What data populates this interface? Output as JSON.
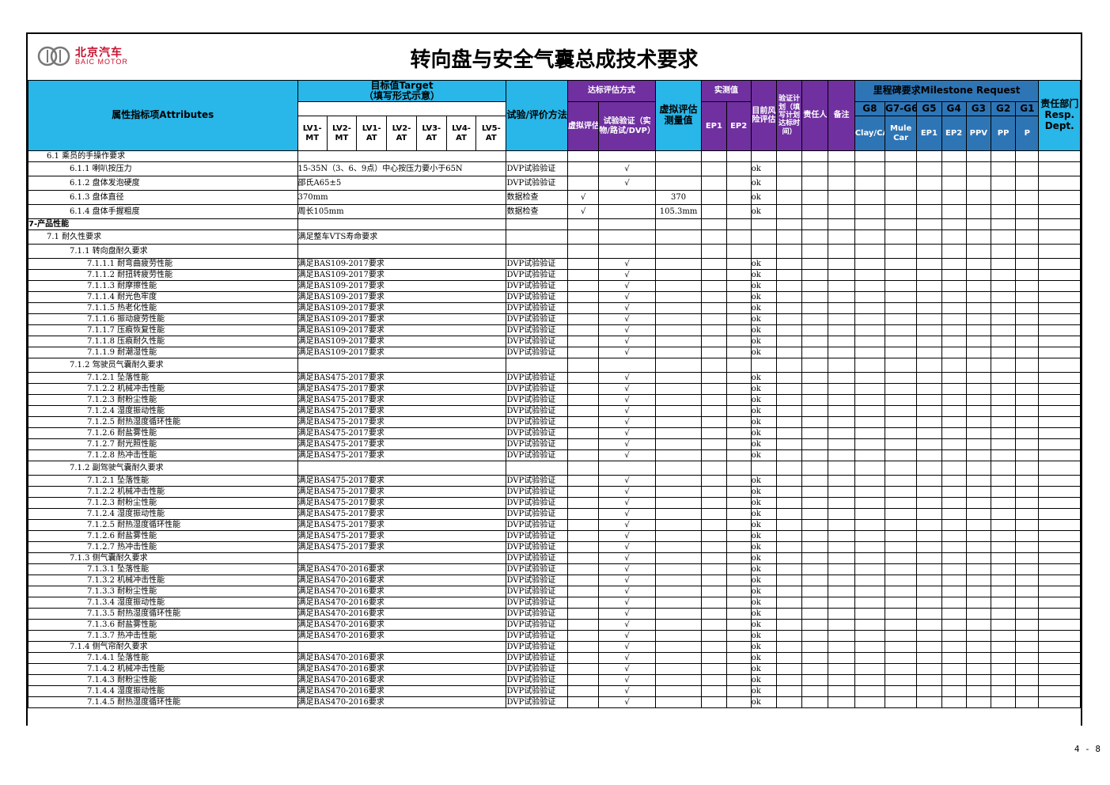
{
  "header": {
    "logo_cn": "北京汽车",
    "logo_en": "BAIC MOTOR",
    "title": "转向盘与安全气囊总成技术要求"
  },
  "columns": {
    "attributes": "属性指标项Attributes",
    "target": "目标值Target\n（填写形式示意）",
    "lv": [
      "LV1-MT",
      "LV2-MT",
      "LV1-AT",
      "LV2-AT",
      "LV3-AT",
      "LV4-AT",
      "LV5-AT"
    ],
    "method": "试验/评价方法",
    "achieve": "达标评估方式",
    "virtual_eval": "虚拟评估",
    "test_verify": "试验验证（实物/路试/DVP）",
    "virtual_value": "虚拟评估测量值",
    "measured": "实测值",
    "ep1": "EP1",
    "ep2": "EP2",
    "risk": "目前风险评估",
    "plan": "验证计划（填写计划达标时间）",
    "owner": "责任人",
    "remark": "备注",
    "milestone": "里程碑要求Milestone Request",
    "gates": [
      "G8",
      "G7-G6",
      "G5",
      "G4",
      "G3",
      "G2",
      "G1"
    ],
    "gate_sub": [
      "Clay/CAD/CAE",
      "Mule Car",
      "EP1",
      "EP2",
      "PPV",
      "PP",
      "P"
    ],
    "dept": "责任部门Resp. Dept."
  },
  "rows": [
    {
      "lvl": 1,
      "name": "6.1  乘员的手操作要求",
      "target": "",
      "method": "",
      "v": "",
      "t": "",
      "val": "",
      "risk": ""
    },
    {
      "lvl": 2,
      "name": "6.1.1 喇叭按压力",
      "target": "15-35N（3、6、9点）中心按压力要小于65N",
      "method": "DVP试验验证",
      "v": "",
      "t": "√",
      "val": "",
      "risk": "ok",
      "tall": true
    },
    {
      "lvl": 2,
      "name": "6.1.2 盘体发泡硬度",
      "target": "邵氏A65±5",
      "method": "DVP试验验证",
      "v": "",
      "t": "√",
      "val": "",
      "risk": "ok",
      "tall": true
    },
    {
      "lvl": 2,
      "name": "6.1.3 盘体直径",
      "target": "370mm",
      "method": "数据检查",
      "v": "√",
      "t": "",
      "val": "370",
      "risk": "ok",
      "tall": true
    },
    {
      "lvl": 2,
      "name": "6.1.4 盘体手握粗度",
      "target": "周长105mm",
      "method": "数据检查",
      "v": "√",
      "t": "",
      "val": "105.3mm",
      "risk": "ok",
      "tall": true
    },
    {
      "lvl": 0,
      "name": "7-产品性能",
      "target": "",
      "method": "",
      "v": "",
      "t": "",
      "val": "",
      "risk": ""
    },
    {
      "lvl": 1,
      "name": "7.1 耐久性要求",
      "target": "满足整车VTS寿命要求",
      "method": "",
      "v": "",
      "t": "",
      "val": "",
      "risk": "",
      "tall": true
    },
    {
      "lvl": 2,
      "name": "7.1.1 转向盘耐久要求",
      "target": "",
      "method": "",
      "v": "",
      "t": "",
      "val": "",
      "risk": "",
      "tall": true
    },
    {
      "lvl": 3,
      "name": "7.1.1.1 耐弯曲疲劳性能",
      "target": "满足BAS109-2017要求",
      "method": "DVP试验验证",
      "v": "",
      "t": "√",
      "val": "",
      "risk": "ok"
    },
    {
      "lvl": 3,
      "name": "7.1.1.2 耐扭转疲劳性能",
      "target": "满足BAS109-2017要求",
      "method": "DVP试验验证",
      "v": "",
      "t": "√",
      "val": "",
      "risk": "ok"
    },
    {
      "lvl": 3,
      "name": "7.1.1.3 耐摩擦性能",
      "target": "满足BAS109-2017要求",
      "method": "DVP试验验证",
      "v": "",
      "t": "√",
      "val": "",
      "risk": "ok"
    },
    {
      "lvl": 3,
      "name": "7.1.1.4 耐光色牢度",
      "target": "满足BAS109-2017要求",
      "method": "DVP试验验证",
      "v": "",
      "t": "√",
      "val": "",
      "risk": "ok"
    },
    {
      "lvl": 3,
      "name": "7.1.1.5 热老化性能",
      "target": "满足BAS109-2017要求",
      "method": "DVP试验验证",
      "v": "",
      "t": "√",
      "val": "",
      "risk": "ok"
    },
    {
      "lvl": 3,
      "name": "7.1.1.6 振动疲劳性能",
      "target": "满足BAS109-2017要求",
      "method": "DVP试验验证",
      "v": "",
      "t": "√",
      "val": "",
      "risk": "ok"
    },
    {
      "lvl": 3,
      "name": "7.1.1.7 压痕恢复性能",
      "target": "满足BAS109-2017要求",
      "method": "DVP试验验证",
      "v": "",
      "t": "√",
      "val": "",
      "risk": "ok"
    },
    {
      "lvl": 3,
      "name": "7.1.1.8 压痕耐久性能",
      "target": "满足BAS109-2017要求",
      "method": "DVP试验验证",
      "v": "",
      "t": "√",
      "val": "",
      "risk": "ok"
    },
    {
      "lvl": 3,
      "name": "7.1.1.9 耐潮湿性能",
      "target": "满足BAS109-2017要求",
      "method": "DVP试验验证",
      "v": "",
      "t": "√",
      "val": "",
      "risk": "ok"
    },
    {
      "lvl": 2,
      "name": "7.1.2 驾驶员气囊耐久要求",
      "target": "",
      "method": "",
      "v": "",
      "t": "",
      "val": "",
      "risk": "",
      "tall": true
    },
    {
      "lvl": 3,
      "name": "7.1.2.1 坠落性能",
      "target": "满足BAS475-2017要求",
      "method": "DVP试验验证",
      "v": "",
      "t": "√",
      "val": "",
      "risk": "ok"
    },
    {
      "lvl": 3,
      "name": "7.1.2.2 机械冲击性能",
      "target": "满足BAS475-2017要求",
      "method": "DVP试验验证",
      "v": "",
      "t": "√",
      "val": "",
      "risk": "ok"
    },
    {
      "lvl": 3,
      "name": "7.1.2.3 耐粉尘性能",
      "target": "满足BAS475-2017要求",
      "method": "DVP试验验证",
      "v": "",
      "t": "√",
      "val": "",
      "risk": "ok"
    },
    {
      "lvl": 3,
      "name": "7.1.2.4 湿度振动性能",
      "target": "满足BAS475-2017要求",
      "method": "DVP试验验证",
      "v": "",
      "t": "√",
      "val": "",
      "risk": "ok"
    },
    {
      "lvl": 3,
      "name": "7.1.2.5 耐热湿度循环性能",
      "target": "满足BAS475-2017要求",
      "method": "DVP试验验证",
      "v": "",
      "t": "√",
      "val": "",
      "risk": "ok"
    },
    {
      "lvl": 3,
      "name": "7.1.2.6 耐盐雾性能",
      "target": "满足BAS475-2017要求",
      "method": "DVP试验验证",
      "v": "",
      "t": "√",
      "val": "",
      "risk": "ok"
    },
    {
      "lvl": 3,
      "name": "7.1.2.7 耐光照性能",
      "target": "满足BAS475-2017要求",
      "method": "DVP试验验证",
      "v": "",
      "t": "√",
      "val": "",
      "risk": "ok"
    },
    {
      "lvl": 3,
      "name": "7.1.2.8 热冲击性能",
      "target": "满足BAS475-2017要求",
      "method": "DVP试验验证",
      "v": "",
      "t": "√",
      "val": "",
      "risk": "ok"
    },
    {
      "lvl": 2,
      "name": "7.1.2 副驾驶气囊耐久要求",
      "target": "",
      "method": "",
      "v": "",
      "t": "",
      "val": "",
      "risk": "",
      "tall": true
    },
    {
      "lvl": 3,
      "name": "7.1.2.1 坠落性能",
      "target": "满足BAS475-2017要求",
      "method": "DVP试验验证",
      "v": "",
      "t": "√",
      "val": "",
      "risk": "ok"
    },
    {
      "lvl": 3,
      "name": "7.1.2.2 机械冲击性能",
      "target": "满足BAS475-2017要求",
      "method": "DVP试验验证",
      "v": "",
      "t": "√",
      "val": "",
      "risk": "ok"
    },
    {
      "lvl": 3,
      "name": "7.1.2.3 耐粉尘性能",
      "target": "满足BAS475-2017要求",
      "method": "DVP试验验证",
      "v": "",
      "t": "√",
      "val": "",
      "risk": "ok"
    },
    {
      "lvl": 3,
      "name": "7.1.2.4 湿度振动性能",
      "target": "满足BAS475-2017要求",
      "method": "DVP试验验证",
      "v": "",
      "t": "√",
      "val": "",
      "risk": "ok"
    },
    {
      "lvl": 3,
      "name": "7.1.2.5 耐热湿度循环性能",
      "target": "满足BAS475-2017要求",
      "method": "DVP试验验证",
      "v": "",
      "t": "√",
      "val": "",
      "risk": "ok"
    },
    {
      "lvl": 3,
      "name": "7.1.2.6 耐盐雾性能",
      "target": "满足BAS475-2017要求",
      "method": "DVP试验验证",
      "v": "",
      "t": "√",
      "val": "",
      "risk": "ok"
    },
    {
      "lvl": 3,
      "name": "7.1.2.7 热冲击性能",
      "target": "满足BAS475-2017要求",
      "method": "DVP试验验证",
      "v": "",
      "t": "√",
      "val": "",
      "risk": "ok"
    },
    {
      "lvl": 2,
      "name": "7.1.3 侧气囊耐久要求",
      "target": "",
      "method": "DVP试验验证",
      "v": "",
      "t": "√",
      "val": "",
      "risk": "ok"
    },
    {
      "lvl": 3,
      "name": "7.1.3.1 坠落性能",
      "target": "满足BAS470-2016要求",
      "method": "DVP试验验证",
      "v": "",
      "t": "√",
      "val": "",
      "risk": "ok"
    },
    {
      "lvl": 3,
      "name": "7.1.3.2 机械冲击性能",
      "target": "满足BAS470-2016要求",
      "method": "DVP试验验证",
      "v": "",
      "t": "√",
      "val": "",
      "risk": "ok"
    },
    {
      "lvl": 3,
      "name": "7.1.3.3 耐粉尘性能",
      "target": "满足BAS470-2016要求",
      "method": "DVP试验验证",
      "v": "",
      "t": "√",
      "val": "",
      "risk": "ok"
    },
    {
      "lvl": 3,
      "name": "7.1.3.4 湿度振动性能",
      "target": "满足BAS470-2016要求",
      "method": "DVP试验验证",
      "v": "",
      "t": "√",
      "val": "",
      "risk": "ok"
    },
    {
      "lvl": 3,
      "name": "7.1.3.5 耐热湿度循环性能",
      "target": "满足BAS470-2016要求",
      "method": "DVP试验验证",
      "v": "",
      "t": "√",
      "val": "",
      "risk": "ok"
    },
    {
      "lvl": 3,
      "name": "7.1.3.6 耐盐雾性能",
      "target": "满足BAS470-2016要求",
      "method": "DVP试验验证",
      "v": "",
      "t": "√",
      "val": "",
      "risk": "ok"
    },
    {
      "lvl": 3,
      "name": "7.1.3.7 热冲击性能",
      "target": "满足BAS470-2016要求",
      "method": "DVP试验验证",
      "v": "",
      "t": "√",
      "val": "",
      "risk": "ok"
    },
    {
      "lvl": 2,
      "name": "7.1.4 侧气帘耐久要求",
      "target": "",
      "method": "DVP试验验证",
      "v": "",
      "t": "√",
      "val": "",
      "risk": "ok"
    },
    {
      "lvl": 3,
      "name": "7.1.4.1 坠落性能",
      "target": "满足BAS470-2016要求",
      "method": "DVP试验验证",
      "v": "",
      "t": "√",
      "val": "",
      "risk": "ok"
    },
    {
      "lvl": 3,
      "name": "7.1.4.2 机械冲击性能",
      "target": "满足BAS470-2016要求",
      "method": "DVP试验验证",
      "v": "",
      "t": "√",
      "val": "",
      "risk": "ok"
    },
    {
      "lvl": 3,
      "name": "7.1.4.3 耐粉尘性能",
      "target": "满足BAS470-2016要求",
      "method": "DVP试验验证",
      "v": "",
      "t": "√",
      "val": "",
      "risk": "ok"
    },
    {
      "lvl": 3,
      "name": "7.1.4.4 湿度振动性能",
      "target": "满足BAS470-2016要求",
      "method": "DVP试验验证",
      "v": "",
      "t": "√",
      "val": "",
      "risk": "ok"
    },
    {
      "lvl": 3,
      "name": "7.1.4.5 耐热湿度循环性能",
      "target": "满足BAS470-2016要求",
      "method": "DVP试验验证",
      "v": "",
      "t": "√",
      "val": "",
      "risk": "ok"
    }
  ],
  "footer": {
    "page": "4 - 8"
  }
}
